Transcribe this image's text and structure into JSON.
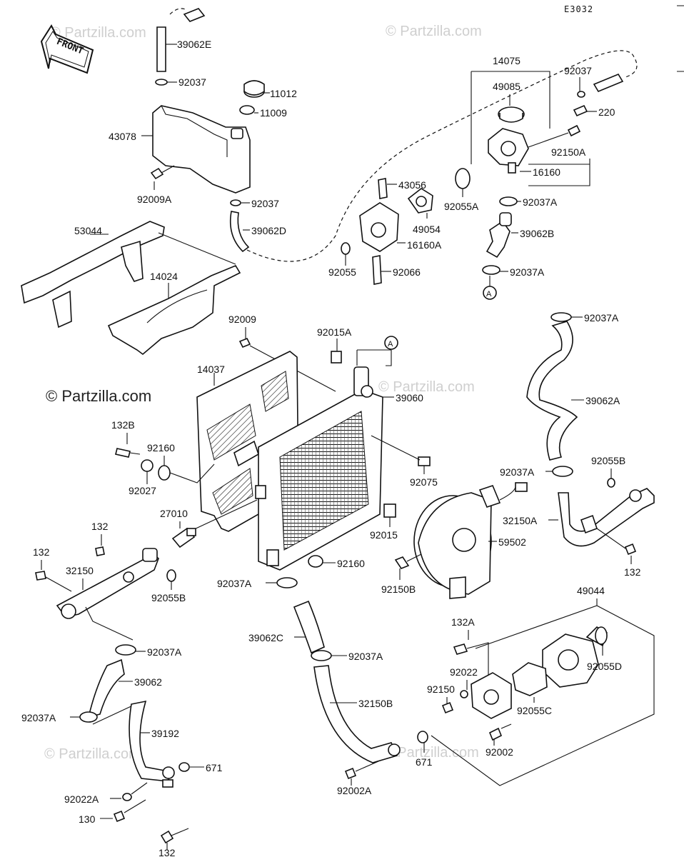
{
  "diagram_code": "E3032",
  "front_label": "FRONT",
  "watermarks": [
    "© Partzilla.com",
    "© Partzilla.com",
    "© Partzilla.com",
    "© Partzilla.com",
    "© Partzilla.com",
    "© Partzilla.com"
  ],
  "watermark_dark": "© Partzilla.com",
  "callouts": [
    "A",
    "A"
  ],
  "parts": {
    "p39062E": "39062E",
    "p92037_top": "92037",
    "p11012": "11012",
    "p11009": "11009",
    "p43078": "43078",
    "p92009A": "92009A",
    "p92037_tank": "92037",
    "p39062D": "39062D",
    "p14075": "14075",
    "p49085": "49085",
    "p92037_right": "92037",
    "p220": "220",
    "p92150A": "92150A",
    "p16160": "16160",
    "p43056": "43056",
    "p92055A": "92055A",
    "p92037A_1": "92037A",
    "p49054": "49054",
    "p39062B": "39062B",
    "p16160A": "16160A",
    "p92055": "92055",
    "p92066": "92066",
    "p92037A_2": "92037A",
    "p53044": "53044",
    "p14024": "14024",
    "p92009": "92009",
    "p92015A": "92015A",
    "p92037A_3": "92037A",
    "p14037": "14037",
    "p39060": "39060",
    "p39062A": "39062A",
    "p132B": "132B",
    "p92160_a": "92160",
    "p92027": "92027",
    "p92075": "92075",
    "p92037A_4": "92037A",
    "p92055B_r": "92055B",
    "p27010": "27010",
    "p92015": "92015",
    "p32150A": "32150A",
    "p59502": "59502",
    "p132_a": "132",
    "p132_l": "132",
    "p32150": "32150",
    "p92160_b": "92160",
    "p92055B_l": "92055B",
    "p132_r": "132",
    "p92150B": "92150B",
    "p92037A_5": "92037A",
    "p49044": "49044",
    "p39062C": "39062C",
    "p132A": "132A",
    "p92037A_6": "92037A",
    "p92037A_7": "92037A",
    "p92022": "92022",
    "p92150": "92150",
    "p39062": "39062",
    "p92055D": "92055D",
    "p32150B": "32150B",
    "p92055C": "92055C",
    "p92037A_8": "92037A",
    "p39192": "39192",
    "p92002": "92002",
    "p671_l": "671",
    "p671_r": "671",
    "p92022A": "92022A",
    "p92002A": "92002A",
    "p130": "130",
    "p132_b": "132"
  }
}
